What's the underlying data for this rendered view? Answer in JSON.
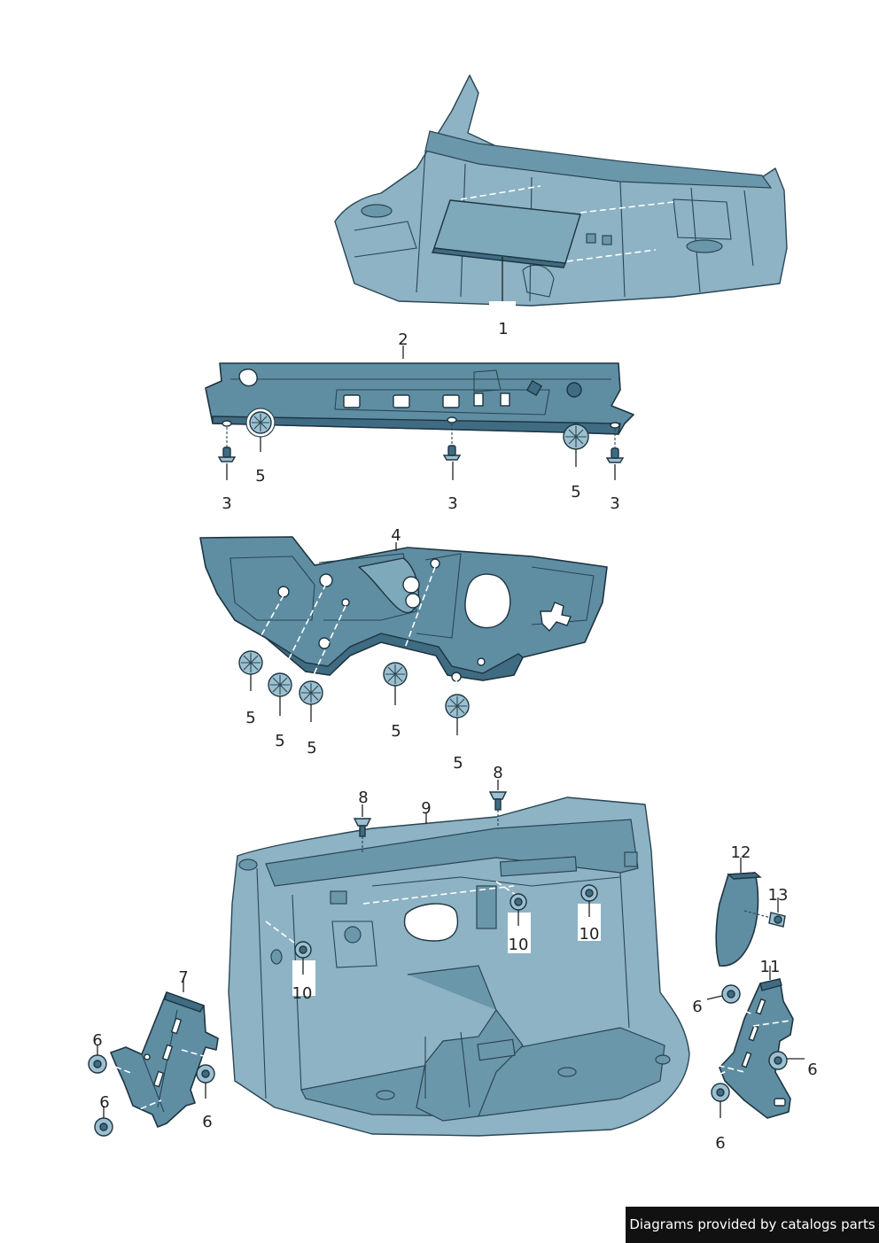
{
  "labels": {
    "p1": "1",
    "p2": "2",
    "p3a": "3",
    "p3b": "3",
    "p3c": "3",
    "p4": "4",
    "p5a": "5",
    "p5b": "5",
    "p5c": "5",
    "p5d": "5",
    "p5e": "5",
    "p5f": "5",
    "p5g": "5",
    "p6a": "6",
    "p6b": "6",
    "p6c": "6",
    "p6d": "6",
    "p6e": "6",
    "p6f": "6",
    "p7": "7",
    "p8a": "8",
    "p8b": "8",
    "p9": "9",
    "p10a": "10",
    "p10b": "10",
    "p10c": "10",
    "p11": "11",
    "p12": "12",
    "p13": "13"
  },
  "footer": {
    "credit": "Diagrams provided by catalogs parts"
  },
  "colors": {
    "part": "#5f8ea3",
    "body": "#8db3c4",
    "outline": "#1e3440",
    "credit_background": "#111111"
  }
}
